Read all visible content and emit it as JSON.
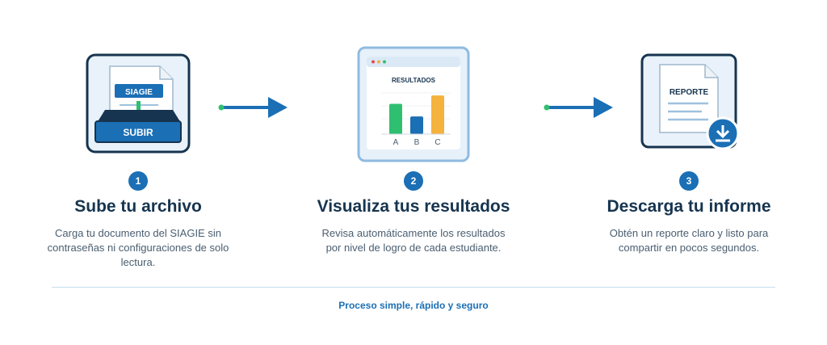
{
  "steps": [
    {
      "number": "1",
      "title": "Sube tu archivo",
      "description": "Carga tu documento del SIAGIE sin contraseñas ni configuraciones de solo lectura.",
      "illustration": {
        "doc_label": "SIAGIE",
        "tray_label": "SUBIR",
        "icon": "upload-tray-icon"
      }
    },
    {
      "number": "2",
      "title": "Visualiza tus resultados",
      "description": "Revisa automáticamente los resultados por nivel de logro de cada estudiante.",
      "illustration": {
        "chart_title": "RESULTADOS",
        "icon": "results-window-icon",
        "chart_data": {
          "type": "bar",
          "categories": [
            "A",
            "B",
            "C"
          ],
          "values": [
            0.72,
            0.42,
            0.92
          ],
          "colors": [
            "#2fbf71",
            "#1b6fb5",
            "#f5b23d"
          ]
        }
      }
    },
    {
      "number": "3",
      "title": "Descarga tu informe",
      "description": "Obtén un reporte claro y listo para compartir en pocos segundos.",
      "illustration": {
        "doc_label": "REPORTE",
        "icon": "download-report-icon"
      }
    }
  ],
  "footer": "Proceso simple, rápido y seguro",
  "colors": {
    "primary": "#1b6fb5",
    "navy": "#16344f",
    "green": "#2fbf71",
    "orange": "#f5b23d",
    "light": "#e7f1fa"
  }
}
